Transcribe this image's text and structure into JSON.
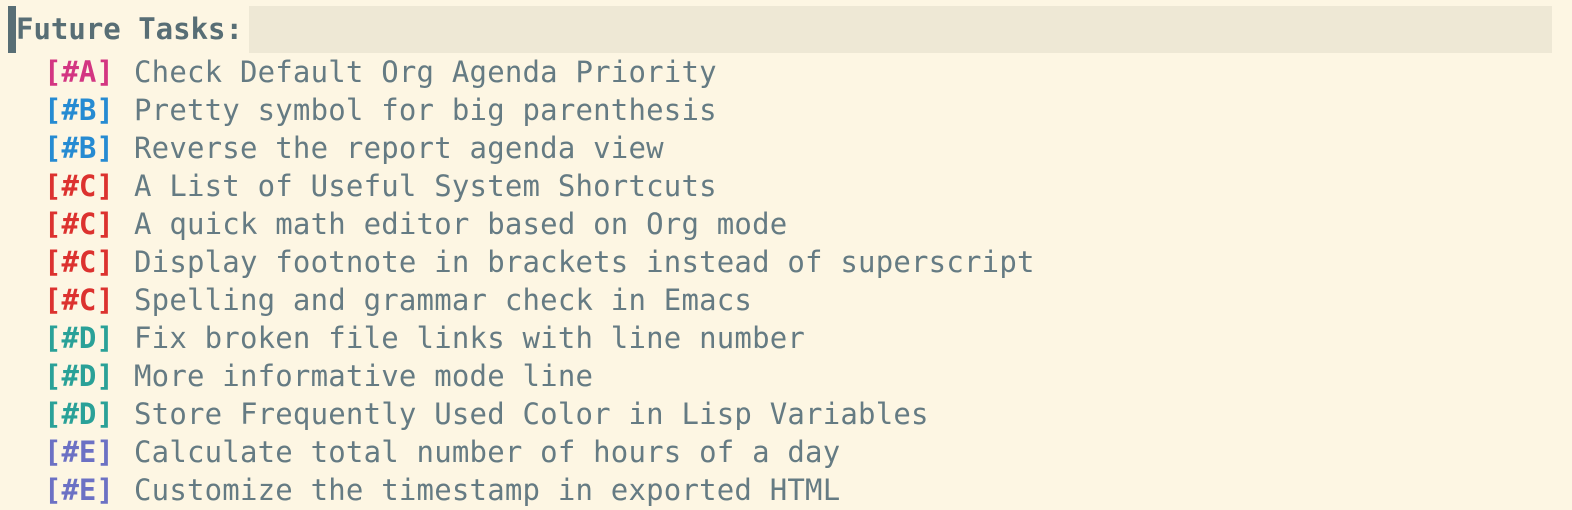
{
  "header": {
    "label": "Future Tasks:"
  },
  "colors": {
    "background": "#fdf6e3",
    "header_background": "#eee8d5",
    "text": "#657b83",
    "priority_A": "#d33682",
    "priority_B": "#268bd2",
    "priority_C": "#dc322f",
    "priority_D": "#2aa198",
    "priority_E": "#6c71c4"
  },
  "tasks": [
    {
      "priority": "[#A]",
      "level": "A",
      "title": "Check Default Org Agenda Priority"
    },
    {
      "priority": "[#B]",
      "level": "B",
      "title": "Pretty symbol for big parenthesis"
    },
    {
      "priority": "[#B]",
      "level": "B",
      "title": "Reverse the report agenda view"
    },
    {
      "priority": "[#C]",
      "level": "C",
      "title": "A List of Useful System Shortcuts"
    },
    {
      "priority": "[#C]",
      "level": "C",
      "title": "A quick math editor based on Org mode"
    },
    {
      "priority": "[#C]",
      "level": "C",
      "title": "Display footnote in brackets instead of superscript"
    },
    {
      "priority": "[#C]",
      "level": "C",
      "title": "Spelling and grammar check in Emacs"
    },
    {
      "priority": "[#D]",
      "level": "D",
      "title": "Fix broken file links with line number"
    },
    {
      "priority": "[#D]",
      "level": "D",
      "title": "More informative mode line"
    },
    {
      "priority": "[#D]",
      "level": "D",
      "title": "Store Frequently Used Color in Lisp Variables"
    },
    {
      "priority": "[#E]",
      "level": "E",
      "title": "Calculate total number of hours of a day"
    },
    {
      "priority": "[#E]",
      "level": "E",
      "title": "Customize the timestamp in exported HTML"
    }
  ]
}
